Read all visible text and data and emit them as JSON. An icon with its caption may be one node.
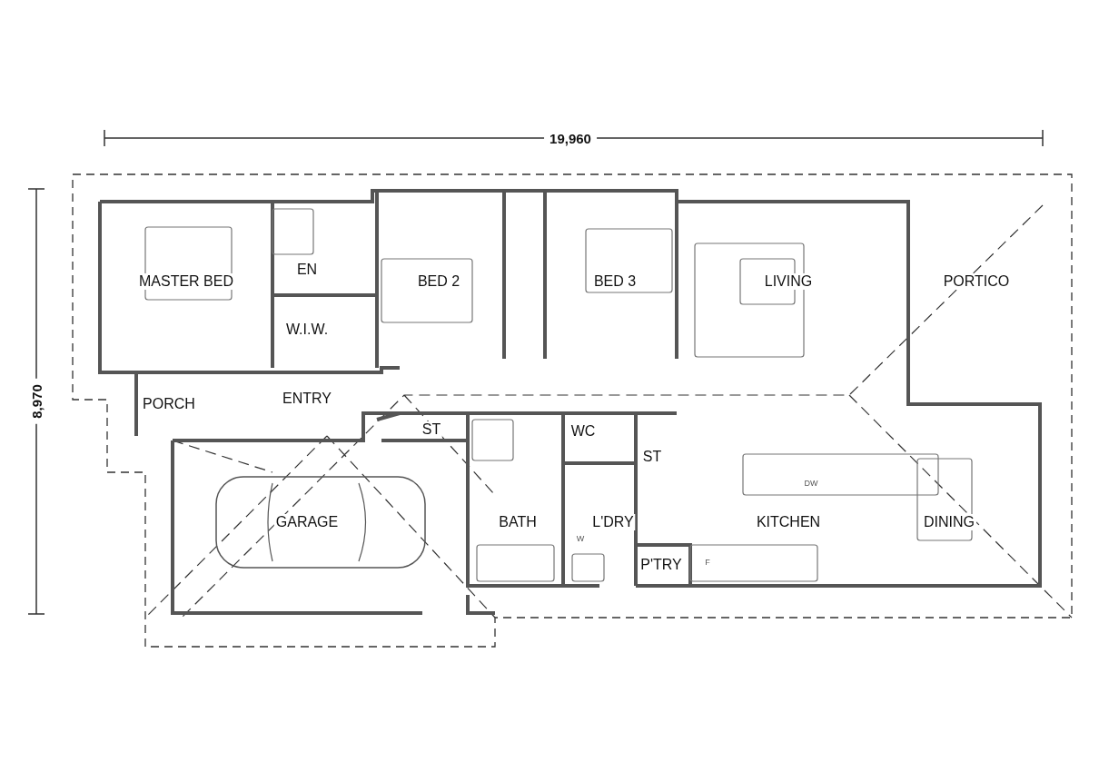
{
  "diagram": {
    "labels": [
      "19,960",
      "8,970",
      "MASTER BED",
      "EN",
      "BED 2",
      "BED 3",
      "LIVING",
      "PORTICO",
      "W.I.W.",
      "ENTRY",
      "PORCH",
      "ST",
      "WC",
      "ST",
      "DW",
      "GARAGE",
      "BATH",
      "L'DRY",
      "KITCHEN",
      "DINING",
      "W",
      "F",
      "P'TRY"
    ]
  }
}
